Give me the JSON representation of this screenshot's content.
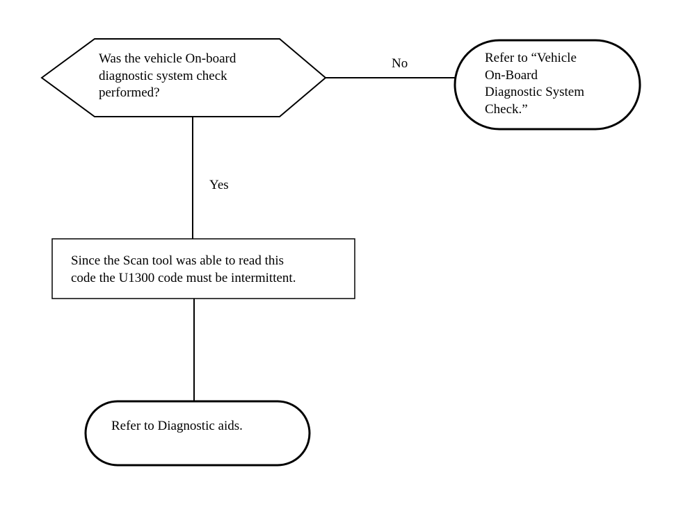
{
  "diagram": {
    "decision": {
      "text": "Was the vehicle On-board\ndiagnostic system check\nperformed?"
    },
    "branch_no": {
      "label": "No",
      "target_text": "Refer to “Vehicle\nOn-Board\nDiagnostic System\nCheck.”"
    },
    "branch_yes": {
      "label": "Yes"
    },
    "process": {
      "text": "Since the Scan tool was able to read this\ncode the U1300 code must be intermittent."
    },
    "end": {
      "text": "Refer to Diagnostic aids."
    }
  }
}
